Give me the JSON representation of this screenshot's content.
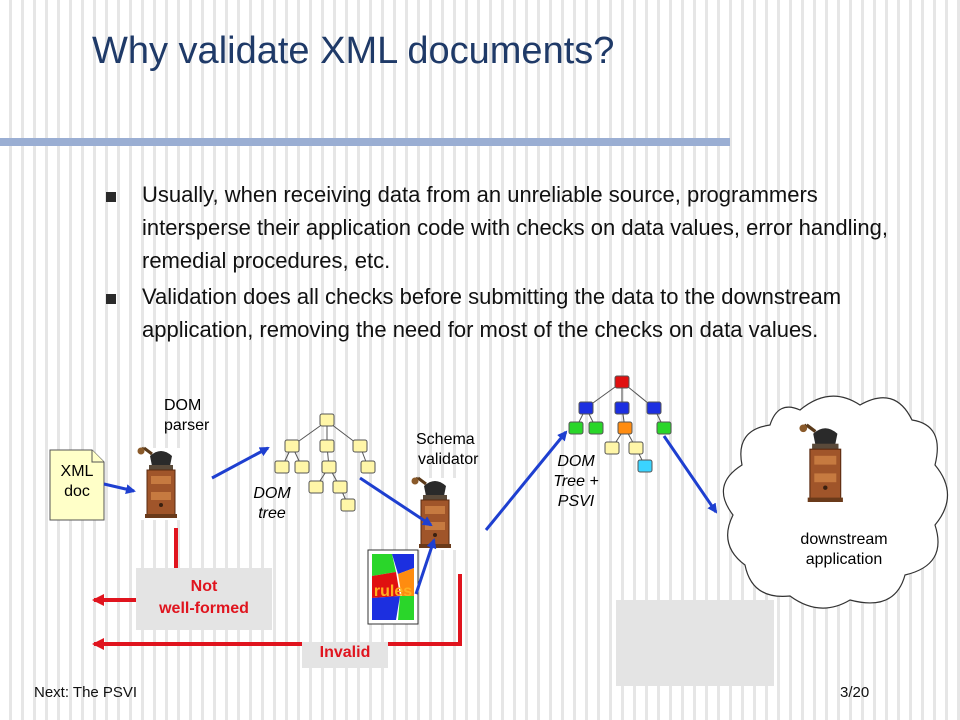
{
  "slide": {
    "title": "Why validate XML documents?",
    "bullets": [
      "Usually, when receiving data from an unreliable source, programmers intersperse their application code with checks on data values, error handling, remedial procedures, etc.",
      "Validation does all checks before submitting the data to the downstream application, removing the need for most of the checks on data values."
    ],
    "footer_left": "Next: The PSVI",
    "footer_right": "3/20"
  },
  "diagram": {
    "xml_doc": [
      "XML",
      "doc"
    ],
    "dom_parser": [
      "DOM",
      "parser"
    ],
    "dom_tree": [
      "DOM",
      "tree"
    ],
    "schema_validator": [
      "Schema",
      "validator"
    ],
    "dom_psvi": [
      "DOM",
      "Tree +",
      "PSVI"
    ],
    "rules": "rules",
    "downstream": [
      "downstream",
      "application"
    ],
    "not_well_formed": [
      "Not",
      "well-formed"
    ],
    "invalid": "Invalid",
    "icons": {
      "parser": "coffee-grinder-icon",
      "validator": "coffee-grinder-icon",
      "application": "coffee-grinder-icon",
      "document": "document-icon",
      "rules": "rules-document-icon",
      "cloud": "cloud-icon"
    },
    "colors": {
      "arrow_flow": "#1e3fd0",
      "arrow_error": "#e0141e",
      "tree_node": "#fff6a8",
      "psvi_root": "#e01010",
      "psvi_blue": "#1c2fe0",
      "psvi_green": "#2ad62a",
      "psvi_orange": "#ff8c10",
      "psvi_cyan": "#3ad4ff"
    }
  }
}
